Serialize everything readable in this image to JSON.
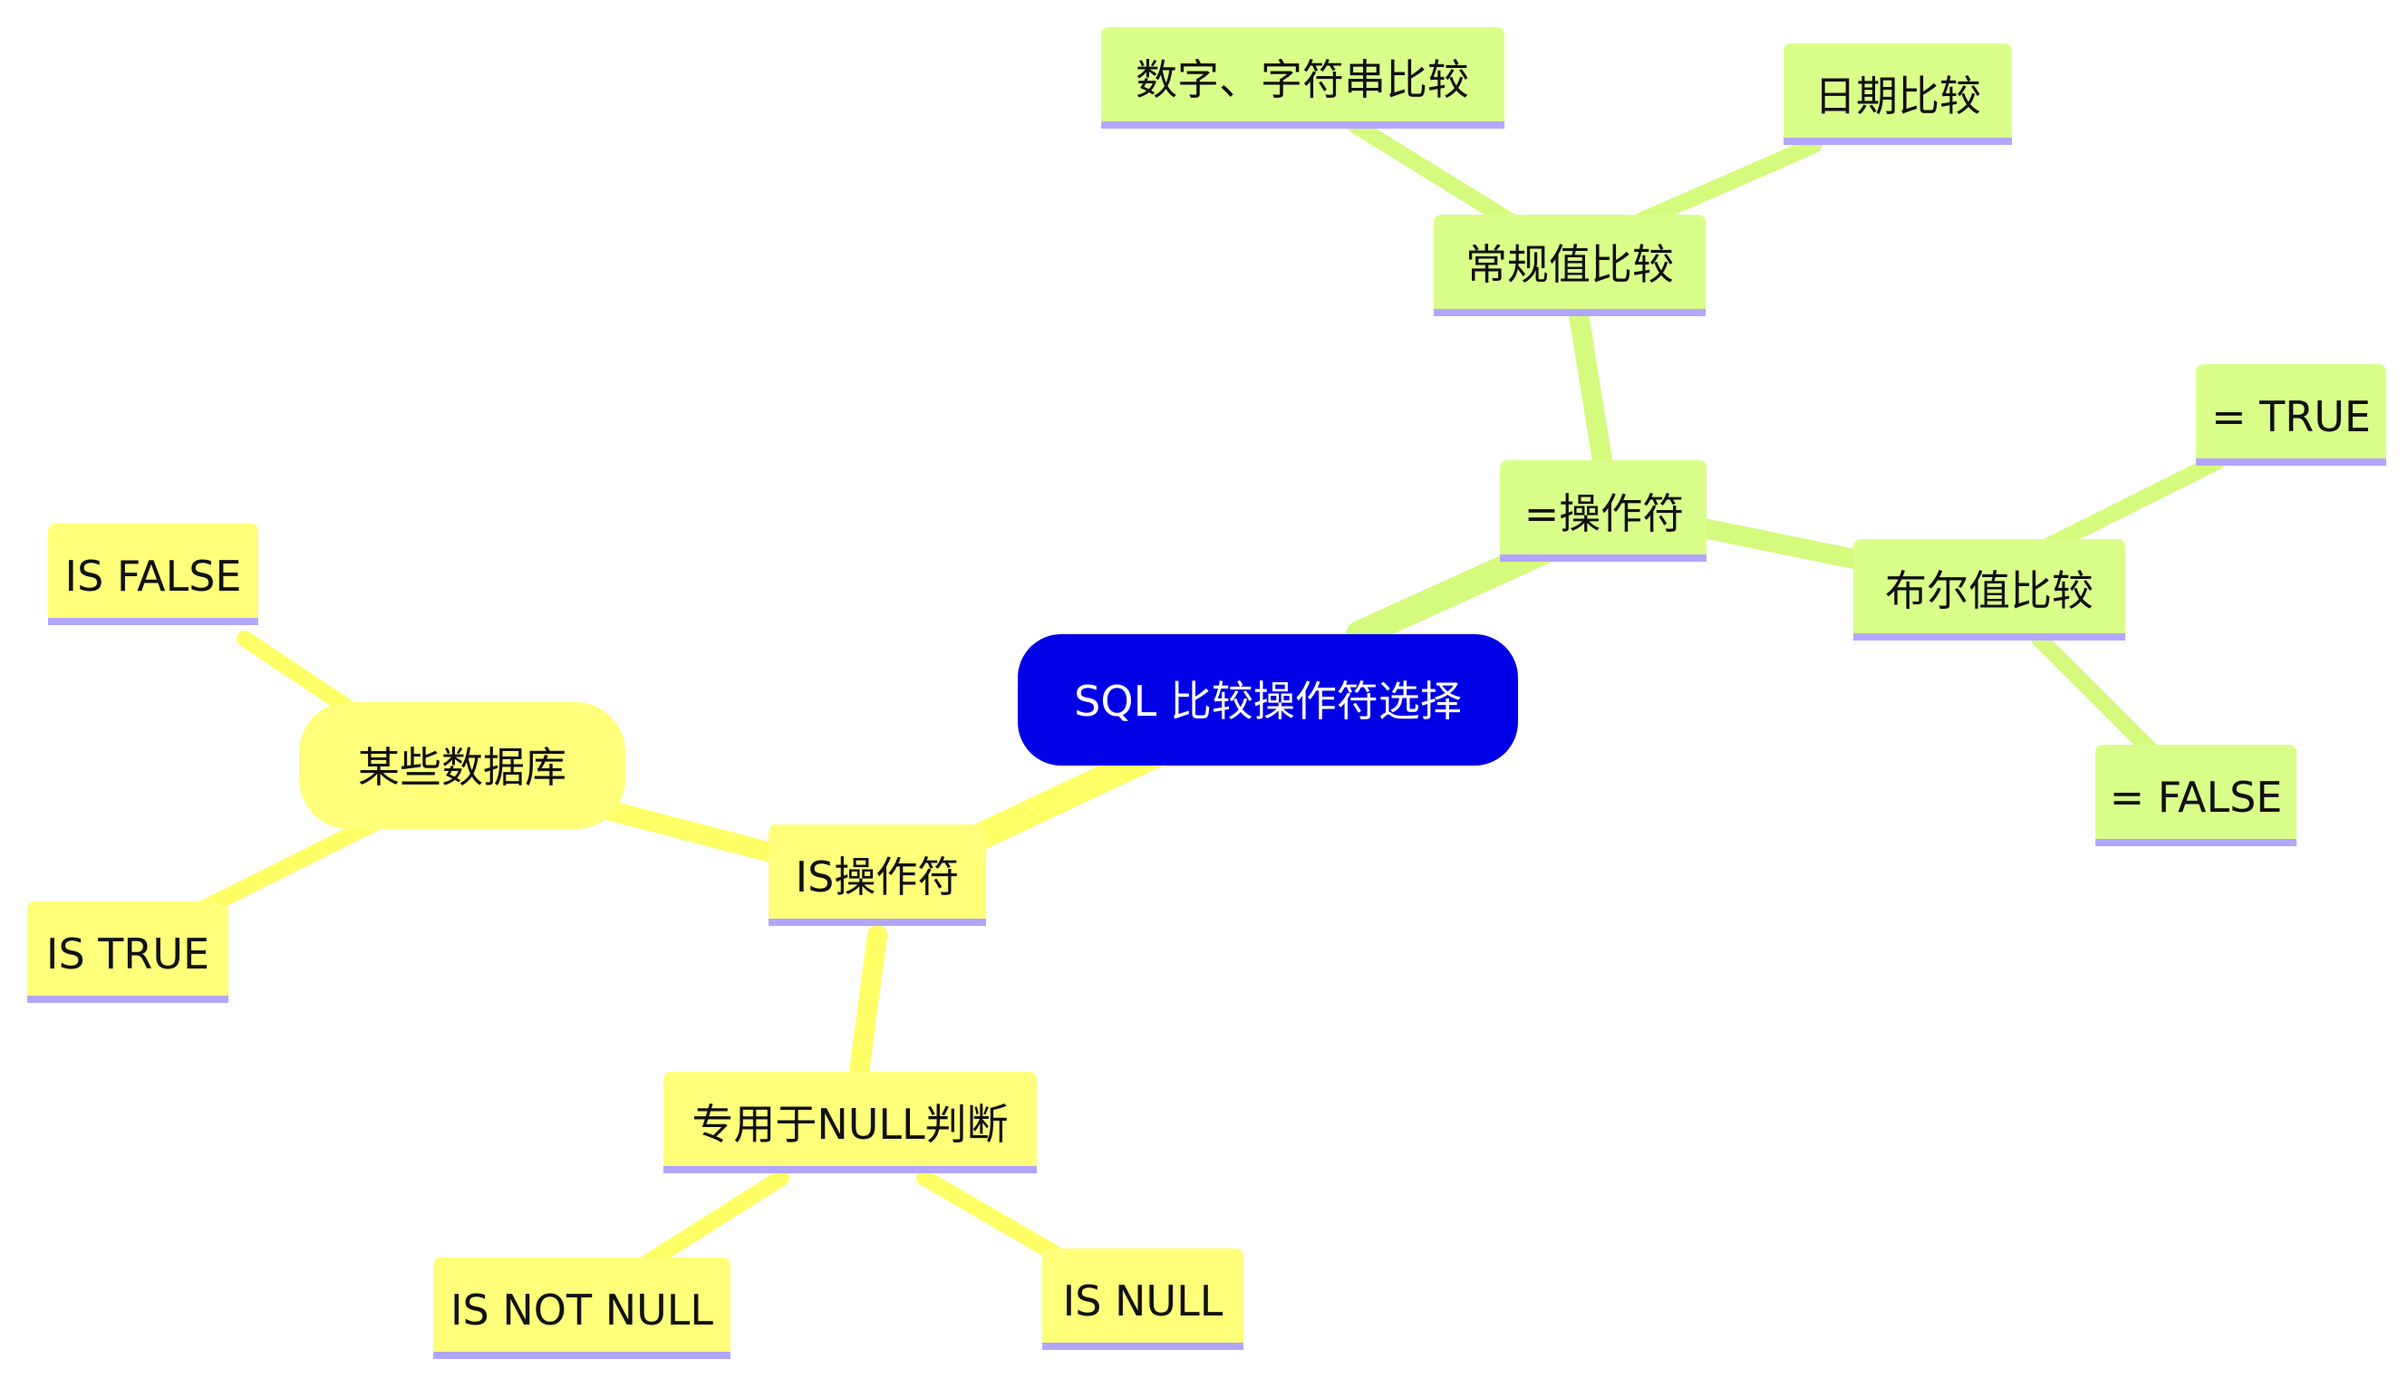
{
  "colors": {
    "background": "#ffffff",
    "root_fill": "#0000e6",
    "root_text": "#ffffff",
    "green_branch": "#d9ff8a",
    "green_edge": "#d4fb7e",
    "yellow_branch": "#ffff7a",
    "yellow_edge": "#ffff66",
    "node_underline": "#b3a6ff",
    "node_text": "#111111"
  },
  "mindmap": {
    "root": {
      "label": "SQL 比较操作符选择",
      "children": [
        {
          "label": "=操作符",
          "color": "green",
          "children": [
            {
              "label": "常规值比较",
              "children": [
                {
                  "label": "数字、字符串比较"
                },
                {
                  "label": "日期比较"
                }
              ]
            },
            {
              "label": "布尔值比较",
              "children": [
                {
                  "label": "= TRUE"
                },
                {
                  "label": "= FALSE"
                }
              ]
            }
          ]
        },
        {
          "label": "IS操作符",
          "color": "yellow",
          "children": [
            {
              "label": "某些数据库",
              "children": [
                {
                  "label": "IS FALSE"
                },
                {
                  "label": "IS TRUE"
                }
              ]
            },
            {
              "label": "专用于NULL判断",
              "children": [
                {
                  "label": "IS NOT NULL"
                },
                {
                  "label": "IS NULL"
                }
              ]
            }
          ]
        }
      ]
    }
  }
}
